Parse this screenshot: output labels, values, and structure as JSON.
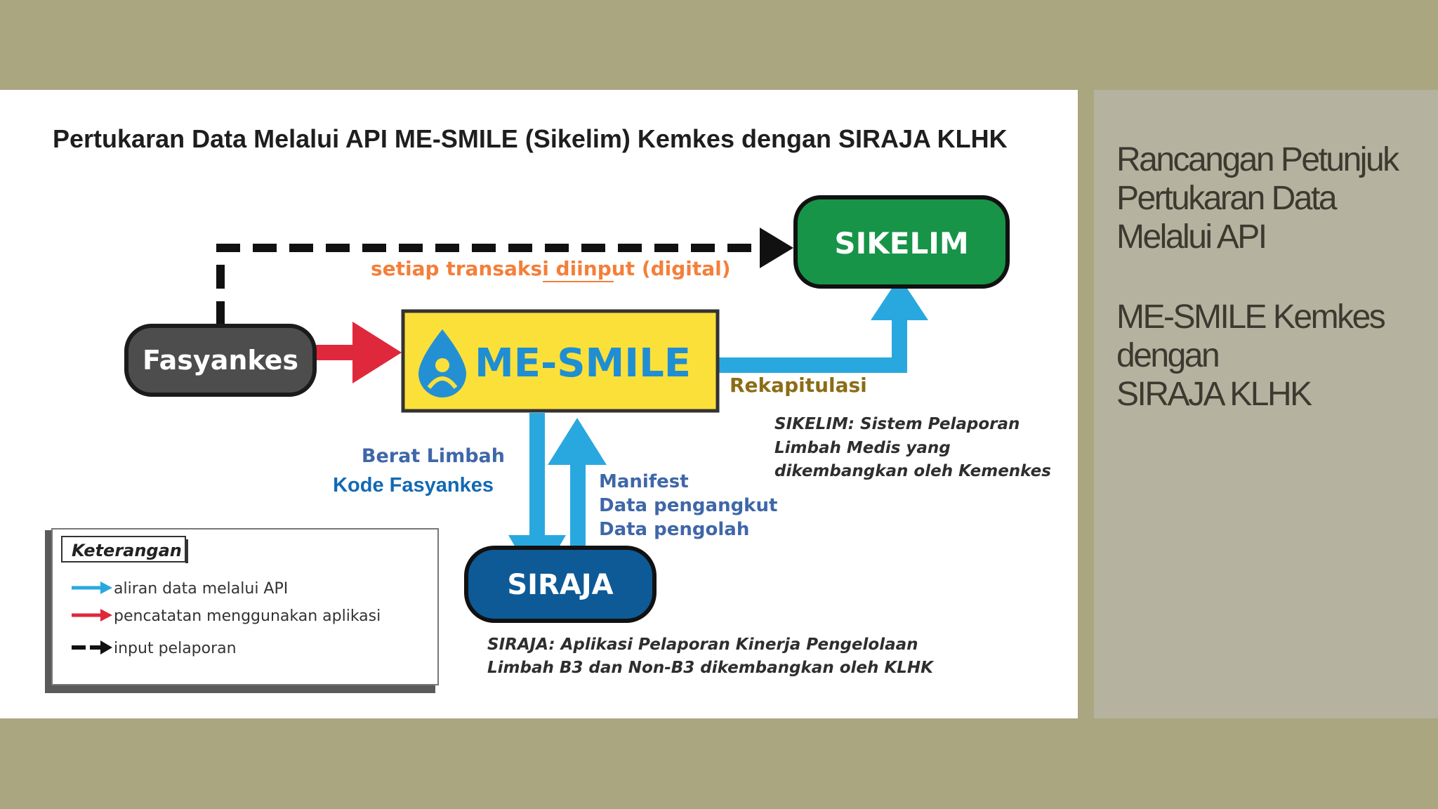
{
  "diagram": {
    "title": "Pertukaran Data Melalui API ME-SMILE (Sikelim) Kemkes dengan SIRAJA KLHK",
    "nodes": {
      "fasyankes": "Fasyankes",
      "mesmile": "ME-SMILE",
      "sikelim": "SIKELIM",
      "siraja": "SIRAJA"
    },
    "edge_labels": {
      "dashed_input": "setiap transaksi diinput (digital)",
      "rekapitulasi": "Rekapitulasi",
      "berat_limbah": "Berat Limbah",
      "kode_fasyankes": "Kode Fasyankes",
      "manifest_lines": [
        "Manifest",
        "Data pengangkut",
        "Data pengolah"
      ]
    },
    "notes": {
      "sikelim_lines": [
        "SIKELIM: Sistem Pelaporan",
        "Limbah Medis yang",
        "dikembangkan oleh Kemenkes"
      ],
      "siraja_lines": [
        "SIRAJA: Aplikasi Pelaporan Kinerja Pengelolaan",
        "Limbah B3 dan Non-B3 dikembangkan oleh KLHK"
      ]
    },
    "legend": {
      "title": "Keterangan",
      "items": [
        {
          "label": "aliran data melalui API",
          "color": "#29a8e0",
          "style": "solid"
        },
        {
          "label": "pencatatan menggunakan aplikasi",
          "color": "#e0283c",
          "style": "solid"
        },
        {
          "label": "input pelaporan",
          "color": "#111111",
          "style": "dashed"
        }
      ]
    },
    "colors": {
      "api_blue": "#29a8e0",
      "record_red": "#e0283c",
      "sikelim_green": "#179447",
      "mesmile_yellow": "#fce03a",
      "fasyankes_gray": "#4d4d4d",
      "siraja_navy": "#0d5a96",
      "label_orange": "#f47f3a",
      "label_olive": "#8b6d16",
      "label_slate": "#3f67a8",
      "label_blue": "#1169b4"
    }
  },
  "sidebar": {
    "title_lines": [
      "Rancangan Petunjuk",
      "Pertukaran Data",
      "Melalui API"
    ],
    "subtitle_lines": [
      "ME-SMILE Kemkes",
      "dengan",
      "SIRAJA KLHK"
    ]
  }
}
